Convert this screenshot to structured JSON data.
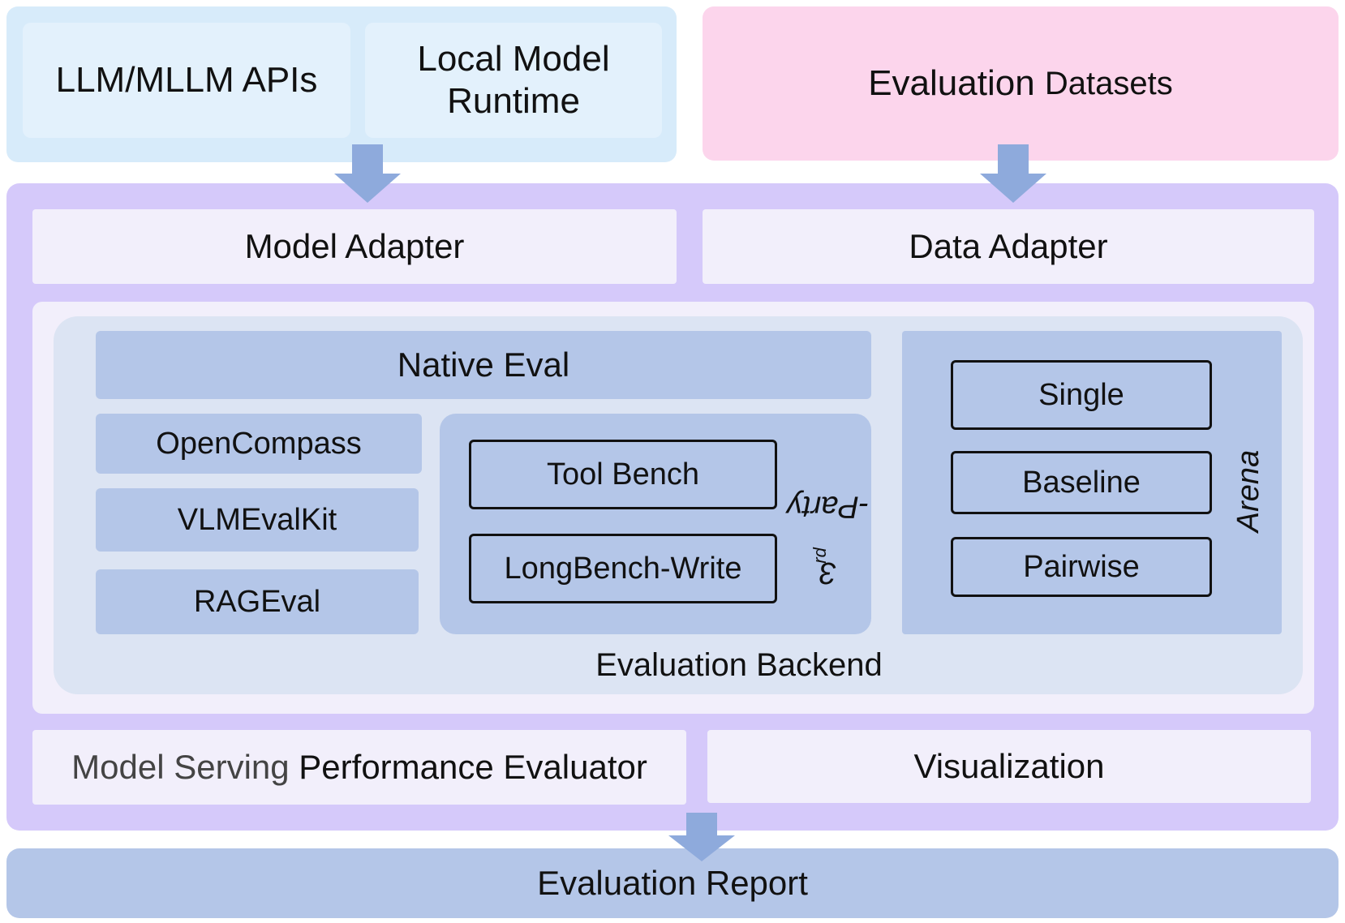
{
  "inputs": {
    "llm_apis": "LLM/MLLM APIs",
    "local_runtime_line1": "Local Model",
    "local_runtime_line2": "Runtime",
    "datasets_main": "Evaluation",
    "datasets_sub": "Datasets"
  },
  "adapters": {
    "model": "Model Adapter",
    "data": "Data Adapter"
  },
  "backend": {
    "label": "Evaluation Backend",
    "native_eval": "Native Eval",
    "frameworks": [
      "OpenCompass",
      "VLMEvalKit",
      "RAGEval"
    ],
    "third_party": {
      "label_prefix": "3",
      "label_sup": "rd",
      "label_suffix": "-Party",
      "items": [
        "Tool Bench",
        "LongBench-Write"
      ]
    },
    "arena": {
      "label": "Arena",
      "items": [
        "Single",
        "Baseline",
        "Pairwise"
      ]
    }
  },
  "bottom": {
    "perf_prefix": "Model Serving",
    "perf_suffix": "Performance Evaluator",
    "visualization": "Visualization"
  },
  "report": "Evaluation Report",
  "colors": {
    "input_panel": "#d7ebfa",
    "dataset_panel": "#fcd5ec",
    "framework": "#d5c9fa",
    "block": "#b4c6e8",
    "arrow": "#8eaadc"
  }
}
